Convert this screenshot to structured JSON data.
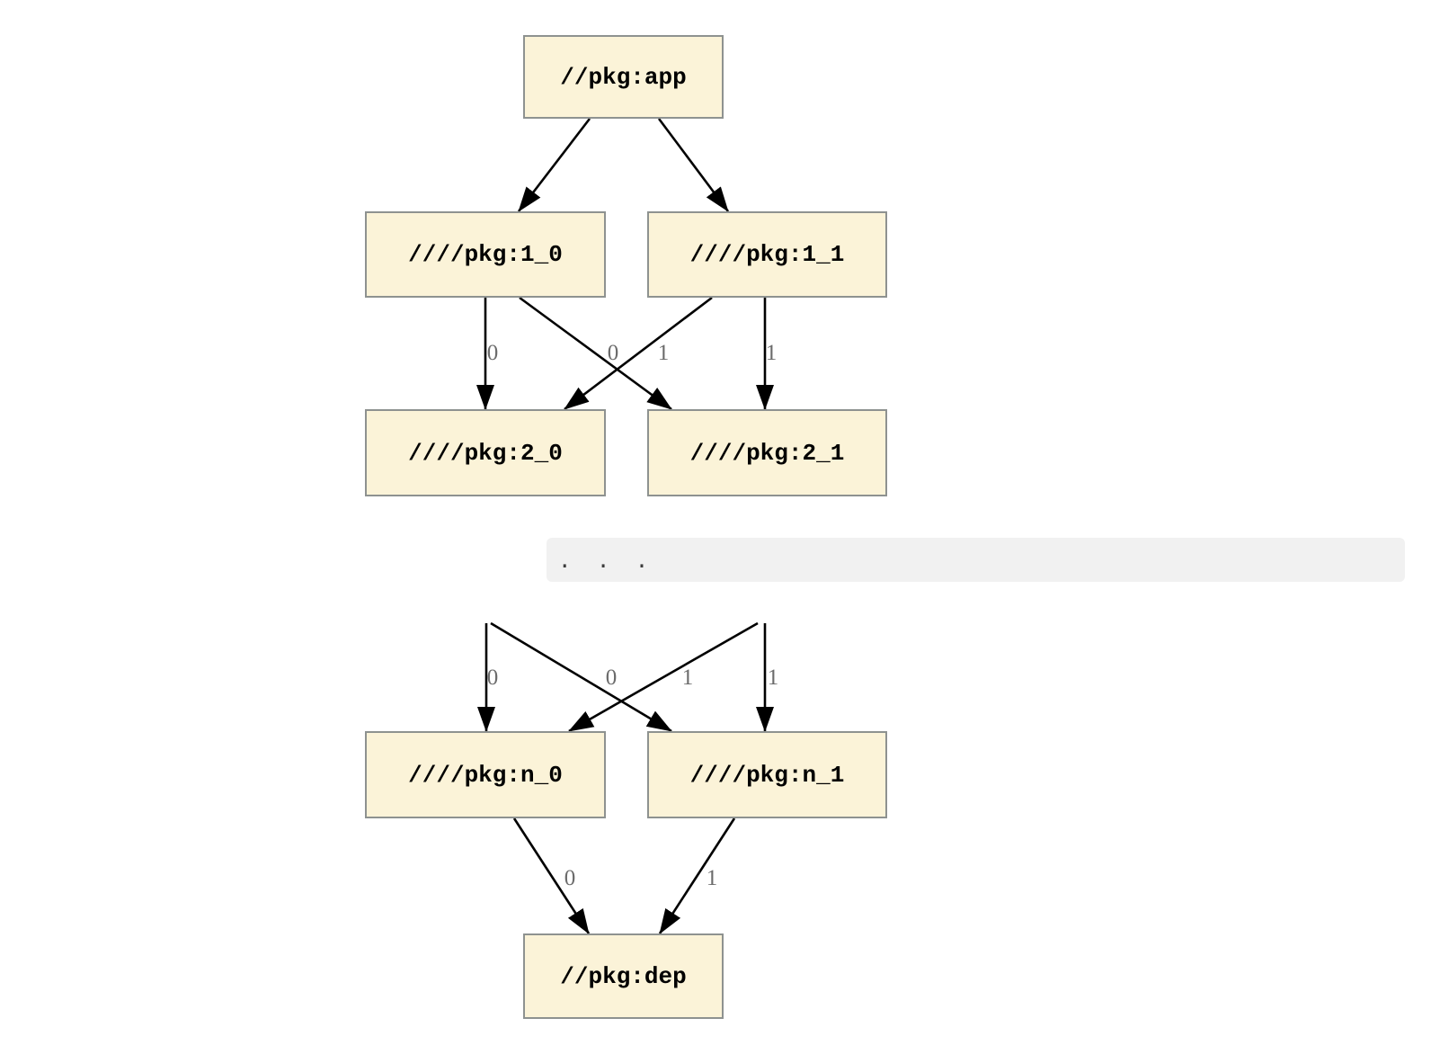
{
  "graph": {
    "ellipsis_text": ". . .",
    "nodes": [
      {
        "id": "app",
        "label": "//pkg:app"
      },
      {
        "id": "1_0",
        "label": "////pkg:1_0"
      },
      {
        "id": "1_1",
        "label": "////pkg:1_1"
      },
      {
        "id": "2_0",
        "label": "////pkg:2_0"
      },
      {
        "id": "2_1",
        "label": "////pkg:2_1"
      },
      {
        "id": "n_0",
        "label": "////pkg:n_0"
      },
      {
        "id": "n_1",
        "label": "////pkg:n_1"
      },
      {
        "id": "dep",
        "label": "//pkg:dep"
      }
    ],
    "edges": [
      {
        "from": "//pkg:app",
        "to": "////pkg:1_0",
        "label": ""
      },
      {
        "from": "//pkg:app",
        "to": "////pkg:1_1",
        "label": ""
      },
      {
        "from": "////pkg:1_0",
        "to": "////pkg:2_0",
        "label": "0"
      },
      {
        "from": "////pkg:1_1",
        "to": "////pkg:2_0",
        "label": "0"
      },
      {
        "from": "////pkg:1_0",
        "to": "////pkg:2_1",
        "label": "1"
      },
      {
        "from": "////pkg:1_1",
        "to": "////pkg:2_1",
        "label": "1"
      },
      {
        "from": "elided-row",
        "to": "////pkg:n_0",
        "label": "0"
      },
      {
        "from": "elided-row",
        "to": "////pkg:n_0",
        "label": "0"
      },
      {
        "from": "elided-row",
        "to": "////pkg:n_1",
        "label": "1"
      },
      {
        "from": "elided-row",
        "to": "////pkg:n_1",
        "label": "1"
      },
      {
        "from": "////pkg:n_0",
        "to": "//pkg:dep",
        "label": "0"
      },
      {
        "from": "////pkg:n_1",
        "to": "//pkg:dep",
        "label": "1"
      }
    ],
    "colors": {
      "node_fill": "#FBF3D8",
      "node_border": "#8E9290",
      "edge": "#000000",
      "edge_label": "#6B6B6B",
      "ellipsis_bg": "#F1F1F1",
      "ellipsis_color": "#3C3C3C",
      "background": "#FFFFFF"
    }
  }
}
